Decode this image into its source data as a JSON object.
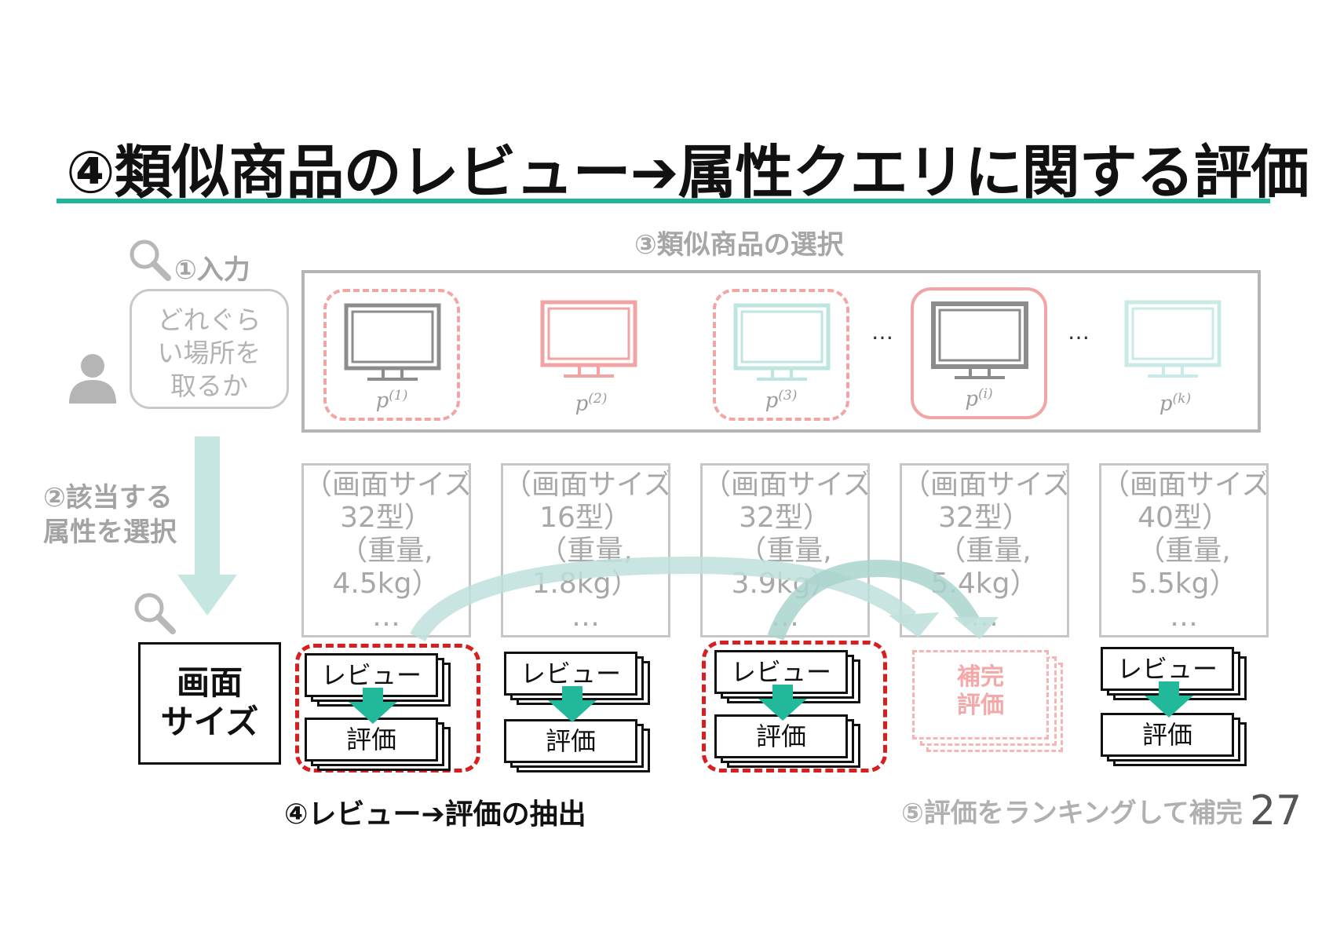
{
  "title": "④類似商品のレビュー➔属性クエリに関する評価",
  "input_label": "①入力",
  "query_lines": [
    "どれぐら",
    "い場所を",
    "取るか"
  ],
  "select_attr_lines": [
    "②該当する",
    "属性を選択"
  ],
  "similar_label": "③類似商品の選択",
  "products": [
    {
      "base": "p",
      "sup": "(1)"
    },
    {
      "base": "p",
      "sup": "(2)"
    },
    {
      "base": "p",
      "sup": "(3)"
    },
    {
      "base": "p",
      "sup": "(i)"
    },
    {
      "base": "p",
      "sup": "(k)"
    }
  ],
  "ellipsis": "…",
  "attribute_boxes": [
    {
      "lines": [
        "（画面サイズ,",
        "32型）",
        "（重量,",
        "4.5kg）",
        "…"
      ]
    },
    {
      "lines": [
        "（画面サイズ,",
        "16型）",
        "（重量,",
        "1.8kg）",
        "…"
      ]
    },
    {
      "lines": [
        "（画面サイズ,",
        "32型）",
        "（重量,",
        "3.9kg）",
        "…"
      ]
    },
    {
      "lines": [
        "（画面サイズ,",
        "32型）",
        "（重量,",
        "5.4kg）",
        "…"
      ]
    },
    {
      "lines": [
        "（画面サイズ,",
        "40型）",
        "（重量,",
        "5.5kg）",
        "…"
      ]
    }
  ],
  "selected_attribute_lines": [
    "画面",
    "サイズ"
  ],
  "review_label": "レビュー",
  "evaluation_label": "評価",
  "complement_lines": [
    "補完",
    "評価"
  ],
  "extract_label": "④レビュー➔評価の抽出",
  "complement_label": "⑤評価をランキングして補完",
  "page_number": "27",
  "colors": {
    "accent": "#20b69a",
    "red": "#d81e1e",
    "pink": "#f4a8a8",
    "cyan": "#bfe3df",
    "gray": "#a3a3a3"
  }
}
